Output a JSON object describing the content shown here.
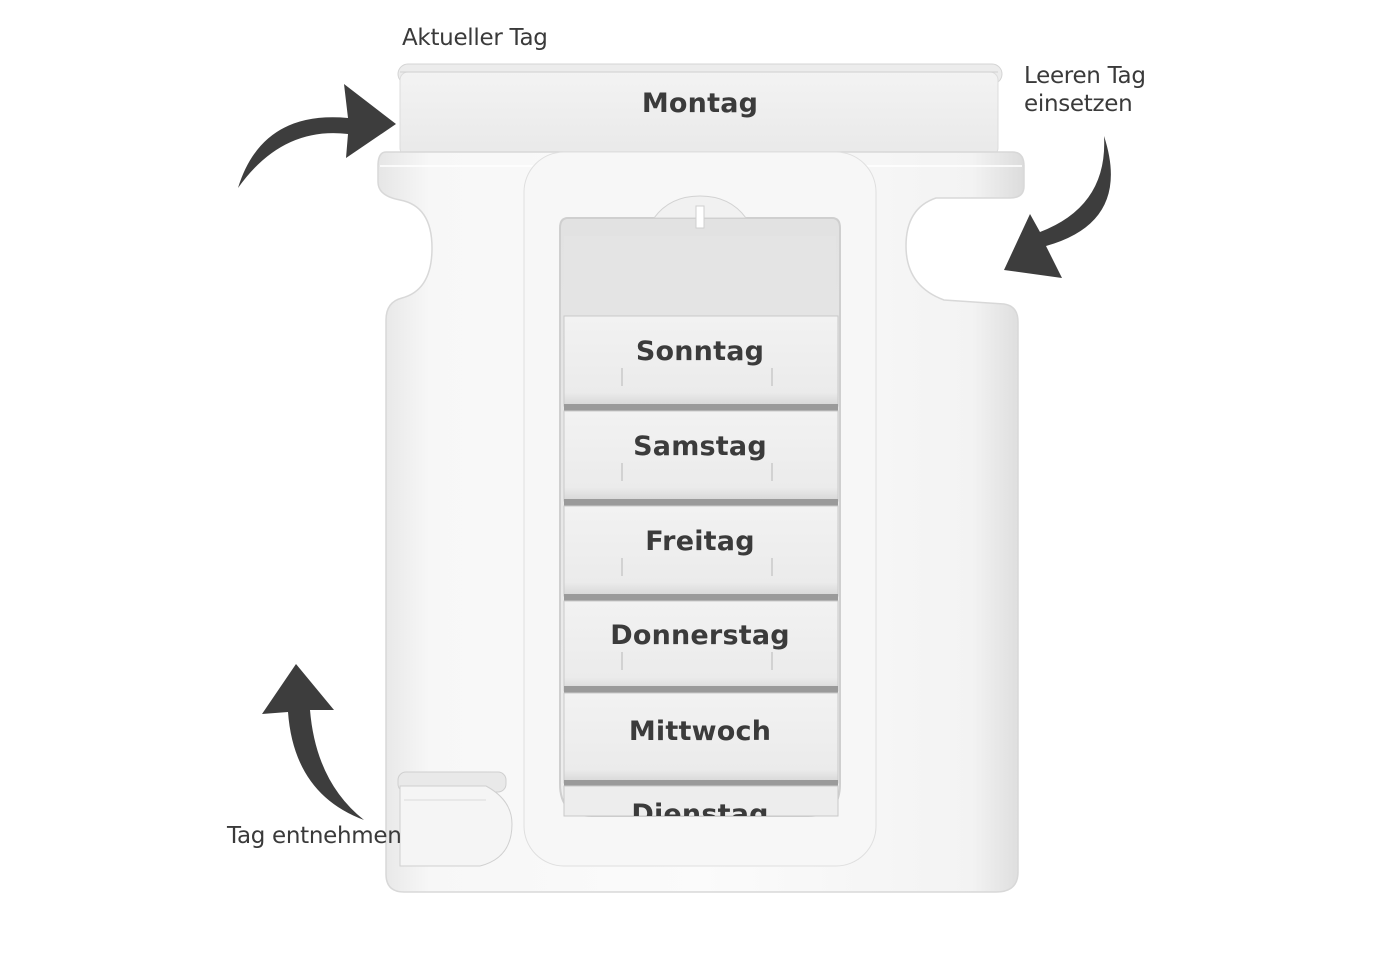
{
  "annotations": {
    "current_day": "Aktueller Tag",
    "insert_empty_day_line1": "Leeren Tag",
    "insert_empty_day_line2": "einsetzen",
    "remove_day": "Tag entnehmen"
  },
  "box": {
    "top_compartment": "Montag",
    "stacked_compartments": [
      "Sonntag",
      "Samstag",
      "Freitag",
      "Donnerstag",
      "Mittwoch",
      "Dienstag"
    ]
  },
  "colors": {
    "arrow": "#3d3d3d",
    "text": "#3a3a3a",
    "plastic": "#f4f4f4",
    "plastic_shadow": "#d9d9d9"
  },
  "icons": [
    "curved-arrow-icon"
  ]
}
